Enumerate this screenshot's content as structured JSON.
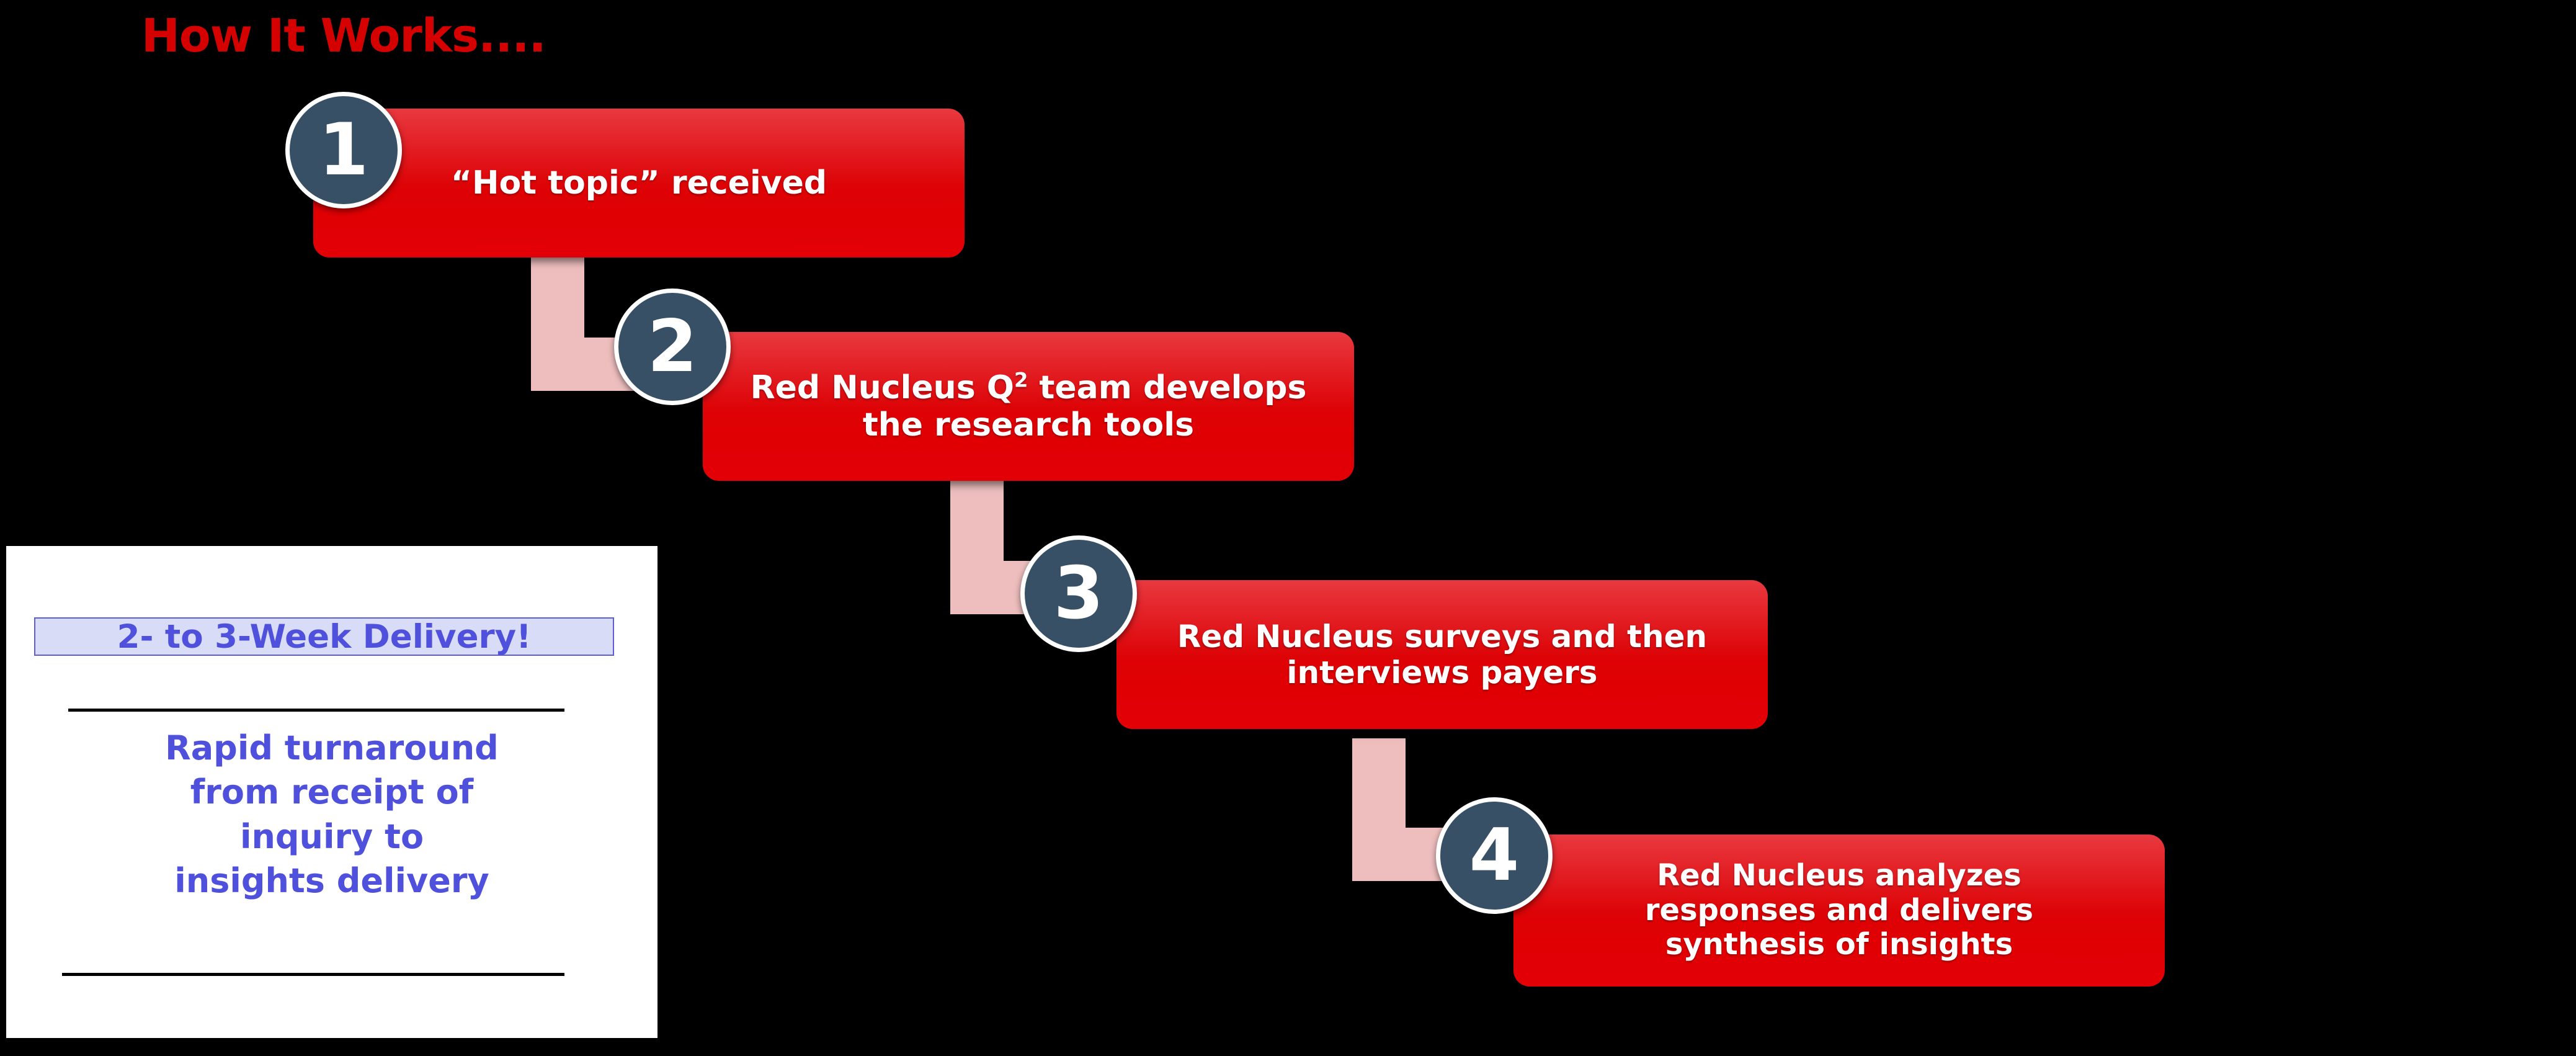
{
  "title": "How It Works....",
  "theme": {
    "background": "#000000",
    "title_color": "#d50000",
    "box_red_top": "#e8393f",
    "box_red_bottom": "#e00006",
    "circle_fill": "#375065",
    "circle_ring": "#ffffff",
    "connector_pink": "#eebebe",
    "panel_bg": "#ffffff",
    "badge_bg": "#d9dcf6",
    "badge_border": "#5c5fd4",
    "accent_blue": "#4f51dd",
    "rule_black": "#000000"
  },
  "steps": [
    {
      "number": "1",
      "text_lines": [
        "“Hot topic” received"
      ],
      "superscript": ""
    },
    {
      "number": "2",
      "text_lines": [
        "Red Nucleus Q",
        " team develops",
        "the research tools"
      ],
      "superscript": "2"
    },
    {
      "number": "3",
      "text_lines": [
        "Red Nucleus surveys and then",
        "interviews payers"
      ],
      "superscript": ""
    },
    {
      "number": "4",
      "text_lines": [
        "Red Nucleus analyzes",
        "responses and delivers",
        "synthesis of insights"
      ],
      "superscript": ""
    }
  ],
  "step_labels": {
    "s1_line1": "“Hot topic” received",
    "s2_pre": "Red Nucleus Q",
    "s2_sup": "2",
    "s2_post": " team develops",
    "s2_line2": "the research tools",
    "s3_line1": "Red Nucleus surveys and then",
    "s3_line2": "interviews payers",
    "s4_line1": "Red Nucleus analyzes",
    "s4_line2": "responses and delivers",
    "s4_line3": "synthesis of insights"
  },
  "numbers": {
    "one": "1",
    "two": "2",
    "three": "3",
    "four": "4"
  },
  "delivery_panel": {
    "badge": "2- to 3-Week Delivery!",
    "body_line1": "Rapid turnaround",
    "body_line2": "from receipt of",
    "body_line3": "inquiry to",
    "body_line4": "insights delivery"
  }
}
